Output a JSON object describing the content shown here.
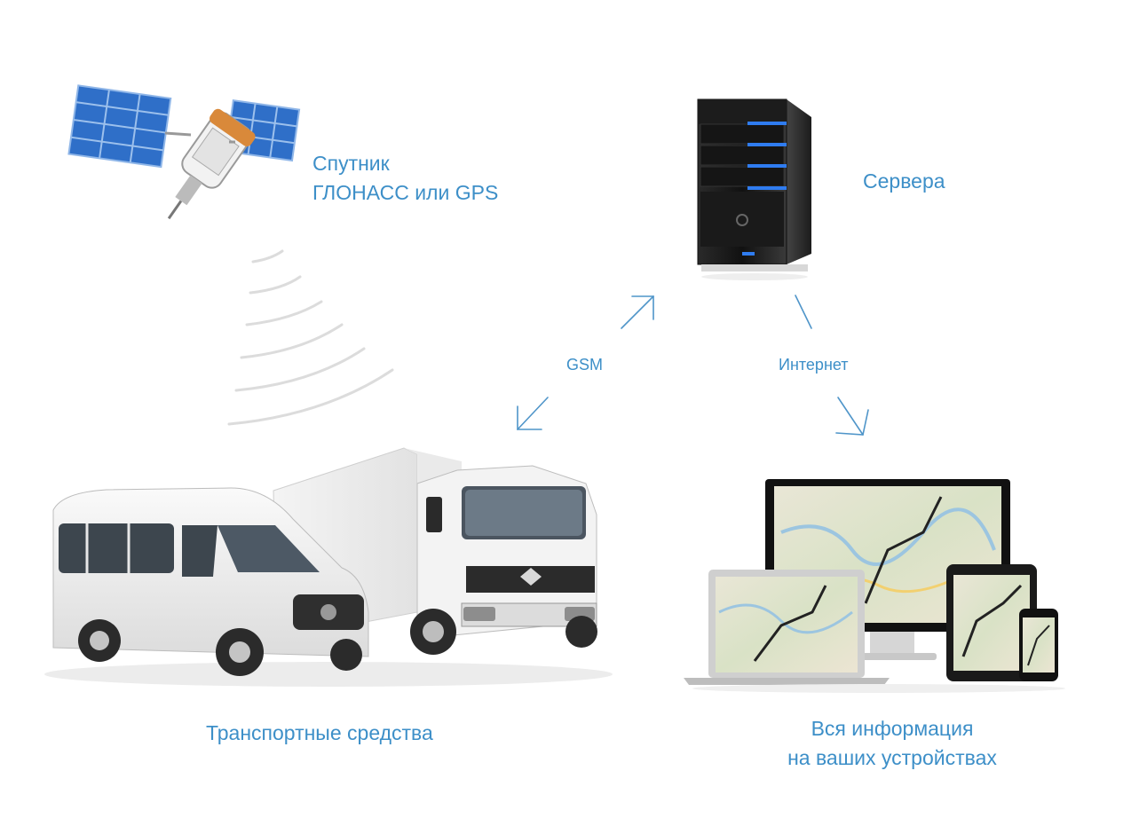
{
  "labels": {
    "satellite": [
      "Спутник",
      "ГЛОНАСС или GPS"
    ],
    "servers": "Сервера",
    "gsm": "GSM",
    "internet": "Интернет",
    "vehicles": "Транспортные средства",
    "devices": [
      "Вся информация",
      "на ваших устройствах"
    ]
  },
  "colors": {
    "label": "#3d8fc8",
    "arrow": "#4f95c9",
    "signal": "#d9d9d9",
    "server_led": "#2f7cf0",
    "panel": "#2f6fc8"
  },
  "icons": {
    "satellite": "satellite-icon",
    "server": "server-tower-icon",
    "vehicles": "vehicles-icon",
    "devices": "devices-icon"
  }
}
